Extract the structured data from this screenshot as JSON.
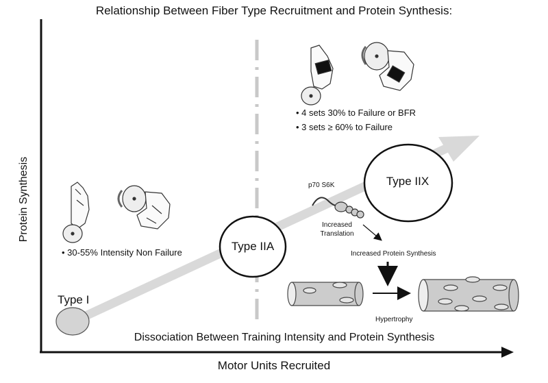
{
  "title": "Relationship Between Fiber Type Recruitment and Protein Synthesis:",
  "axes": {
    "y_label": "Protein Synthesis",
    "x_label": "Motor Units Recruited"
  },
  "nodes": {
    "type_i": "Type I",
    "type_iia": "Type IIA",
    "type_iix": "Type IIX"
  },
  "low_intensity": {
    "bullet": "• 30-55% Intensity Non Failure"
  },
  "high_intensity": {
    "bullets": [
      "• 4 sets 30% to Failure or BFR",
      "• 3 sets ≥ 60% to Failure"
    ]
  },
  "pathway": {
    "enzyme": "p70 S6K",
    "step1": "Increased Translation",
    "step2": "Increased Protein Synthesis",
    "outcome": "Hypertrophy"
  },
  "dissociation_caption": "Dissociation Between Training Intensity and Protein Synthesis"
}
